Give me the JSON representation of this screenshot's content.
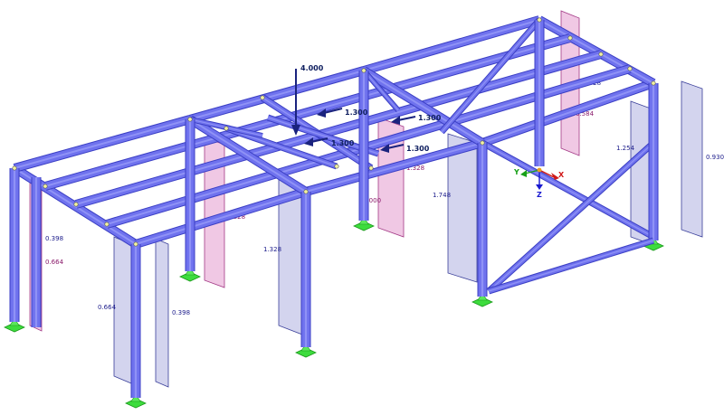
{
  "colors": {
    "beam": "#6f72ee",
    "beam_edge": "#3b3fc4",
    "beam_light": "#8f92f6",
    "support": "#3ddc3d",
    "support_edge": "#1c9a1c",
    "panel_blue_fill": "#d3d4ee",
    "panel_blue_edge": "#3a3f9a",
    "panel_pink_fill": "#f0c8e4",
    "panel_pink_edge": "#a33a86",
    "load": "#1a237e",
    "node": "#f2f2a0"
  },
  "icons": {
    "support": "green-hinged-support-icon",
    "axis": "global-axis-triad-icon"
  },
  "loads": {
    "vertical_load": "4.000",
    "horizontal_a": "1.300",
    "horizontal_b": "1.300",
    "horizontal_c": "1.300",
    "horizontal_d": "1.300"
  },
  "wind_values": {
    "front_left_pink": "0.398",
    "front_left_pink_lower": "0.664",
    "front_mid_blue": "0.664",
    "front_mid_pink": "0.398",
    "mid_pink_left": "0.828",
    "center_blue": "1.328",
    "center_pink": "1.328",
    "center_pink_lower": "1.000",
    "right_blue_big": "1.748",
    "back_pink": "0.528",
    "back_pink_lower": "0.584",
    "back_right_blue": "1.254",
    "far_right_blue": "0.930"
  },
  "axis": {
    "x": "X",
    "y": "Y",
    "z": "Z"
  }
}
